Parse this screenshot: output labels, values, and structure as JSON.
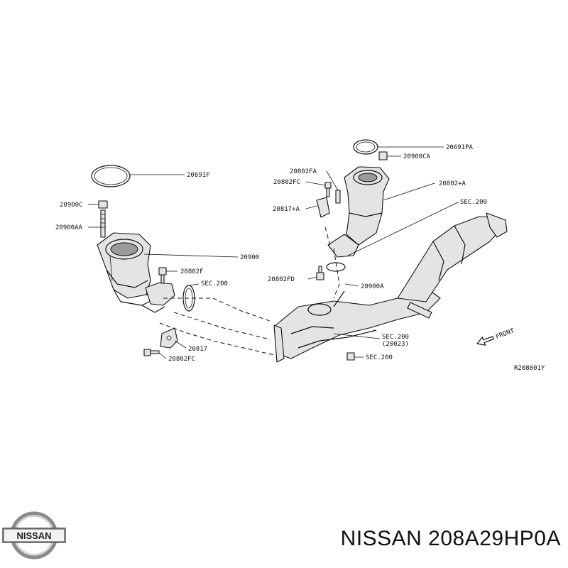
{
  "callouts": {
    "c20691F": "20691F",
    "c20900C": "20900C",
    "c20900AA": "20900AA",
    "c20900": "20900",
    "c20802F": "20802F",
    "sec200_a": "SEC.200",
    "c20817": "20817",
    "c20802FC": "20802FC",
    "c20691PA": "20691PA",
    "c20900CA": "20900CA",
    "c20802FA": "20802FA",
    "c20802FC_b": "20802FC",
    "c20802A": "20802+A",
    "c20817A": "20817+A",
    "sec200_b": "SEC.200",
    "c20802FD": "20802FD",
    "c20900A": "20900A",
    "sec200_c": "SEC.200",
    "sec200_c_sub": "(20023)",
    "sec200_d": "SEC.200"
  },
  "front_label": "FRONT",
  "diagram_code": "R208001Y",
  "brand": {
    "logo_text": "NISSAN"
  },
  "part_title": "NISSAN 208A29HP0A"
}
